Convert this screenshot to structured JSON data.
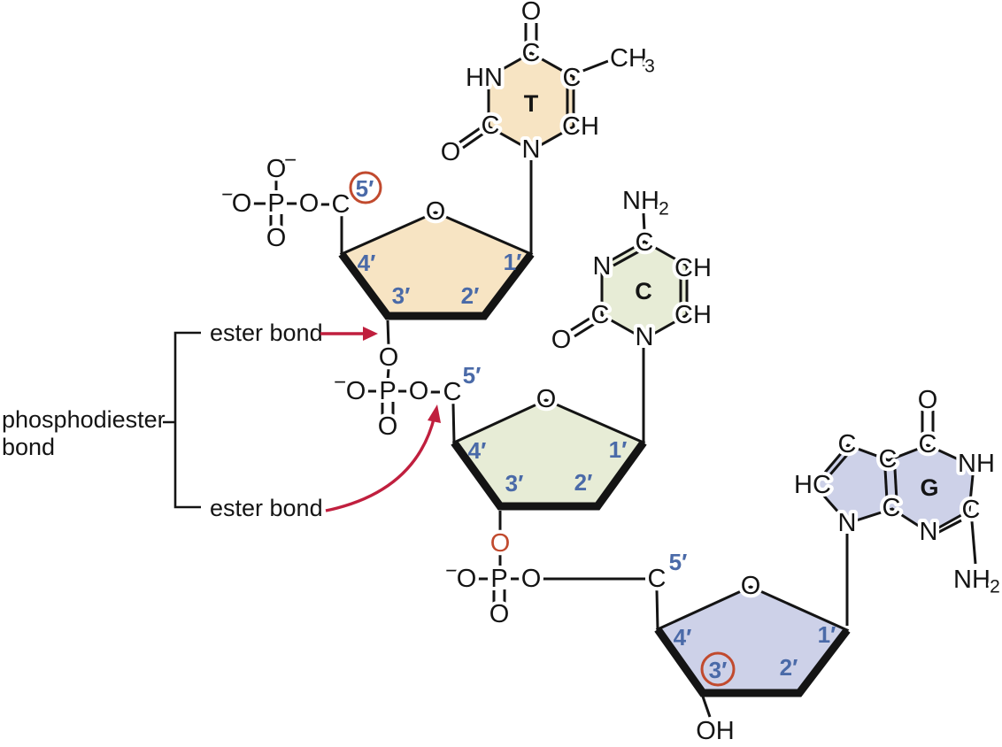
{
  "figure": {
    "annotations": {
      "phosphodiester_line1": "phosphodiester",
      "phosphodiester_line2": "bond",
      "ester_top": "ester bond",
      "ester_bottom": "ester bond"
    },
    "colors": {
      "thymine_fill": "#f7e4c3",
      "cytosine_fill": "#e7ecd6",
      "guanine_fill": "#cdd1e8",
      "prime_blue": "#4a6aa8",
      "arrow_red": "#c01f3e",
      "highlight_orange": "#c14a2e",
      "bond_black": "#141414"
    },
    "thymine": {
      "letter": "T",
      "o_top": "O",
      "c_top": "C",
      "hn": "HN",
      "c_right": "C",
      "ch3": "CH",
      "ch3_sub": "3",
      "c_left": "C",
      "o_left": "O",
      "ch": "CH",
      "n": "N"
    },
    "cytosine": {
      "letter": "C",
      "nh2": "NH",
      "nh2_sub": "2",
      "c_top": "C",
      "n_left": "N",
      "ch_upper": "CH",
      "ch_lower": "CH",
      "c_left": "C",
      "o_left": "O",
      "n_bottom": "N"
    },
    "guanine": {
      "letter": "G",
      "o_top": "O",
      "c_carbonyl": "C",
      "nh": "NH",
      "c_amino": "C",
      "n_ring": "N",
      "c_fused_lower": "C",
      "c_fused_upper": "C",
      "c_five": "C",
      "hc": "HC",
      "n_glyco": "N",
      "nh2": "NH",
      "nh2_sub": "2"
    },
    "phosphates": [
      {
        "o_top": "O",
        "o_top_minus": "−",
        "o_left_minus": "−",
        "o_left": "O",
        "p": "P",
        "o_bridge": "O",
        "c": "C",
        "prime": "5′",
        "o_double": "O"
      },
      {
        "o_ester": "O",
        "o_left_minus": "−",
        "o_left": "O",
        "p": "P",
        "o_bridge": "O",
        "c": "C",
        "prime": "5′",
        "o_double": "O"
      },
      {
        "o_ester": "O",
        "o_left_minus": "−",
        "o_left": "O",
        "p": "P",
        "o_bridge": "O",
        "c": "C",
        "prime": "5′",
        "o_double": "O"
      }
    ],
    "sugars": [
      {
        "o": "O",
        "c4": "4′",
        "c3": "3′",
        "c2": "2′",
        "c1": "1′"
      },
      {
        "o": "O",
        "c4": "4′",
        "c3": "3′",
        "c2": "2′",
        "c1": "1′"
      },
      {
        "o": "O",
        "c4": "4′",
        "c3": "3′",
        "c2": "2′",
        "c1": "1′",
        "oh": "OH"
      }
    ]
  }
}
